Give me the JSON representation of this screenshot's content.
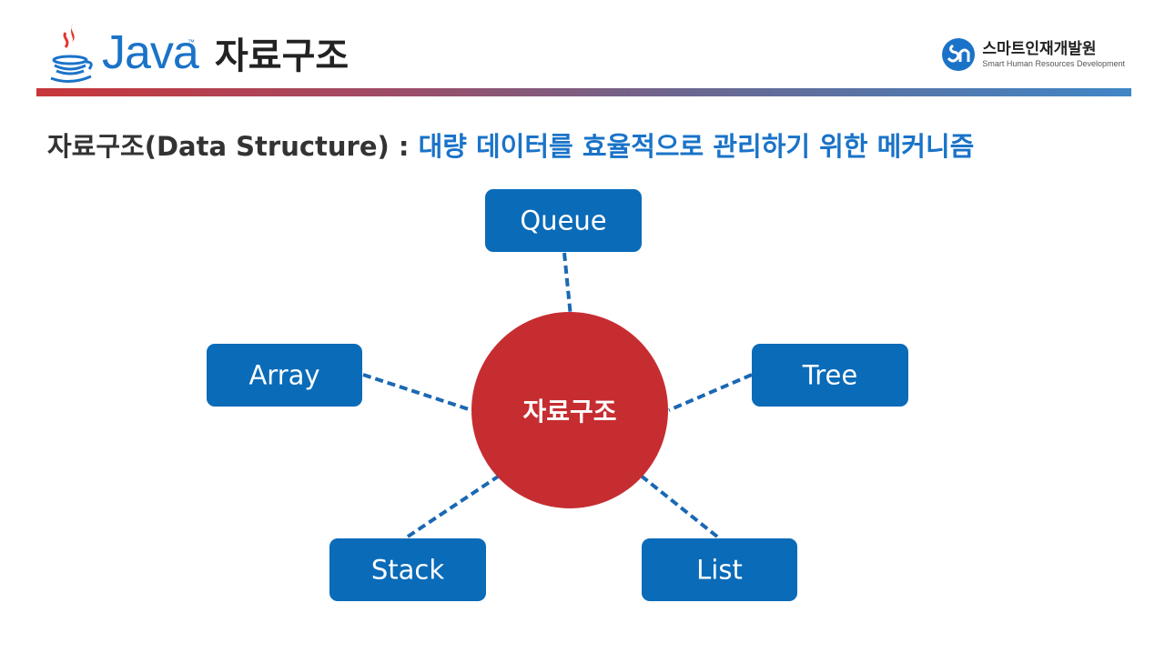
{
  "header": {
    "logo_word": "Java",
    "logo_tm": "™",
    "title": "자료구조"
  },
  "brand": {
    "name": "스마트인재개발원",
    "subtitle": "Smart Human Resources Development"
  },
  "subtitle": {
    "term": "자료구조(Data Structure)",
    "separator": " : ",
    "definition": "대량 데이터를 효율적으로 관리하기 위한 메커니즘"
  },
  "diagram": {
    "center": {
      "label": "자료구조",
      "color": "#c62d31"
    },
    "nodes": [
      {
        "id": "queue",
        "label": "Queue"
      },
      {
        "id": "tree",
        "label": "Tree"
      },
      {
        "id": "list",
        "label": "List"
      },
      {
        "id": "stack",
        "label": "Stack"
      },
      {
        "id": "array",
        "label": "Array"
      }
    ],
    "node_color": "#0a6bb8",
    "edge_color": "#1a68b3"
  }
}
